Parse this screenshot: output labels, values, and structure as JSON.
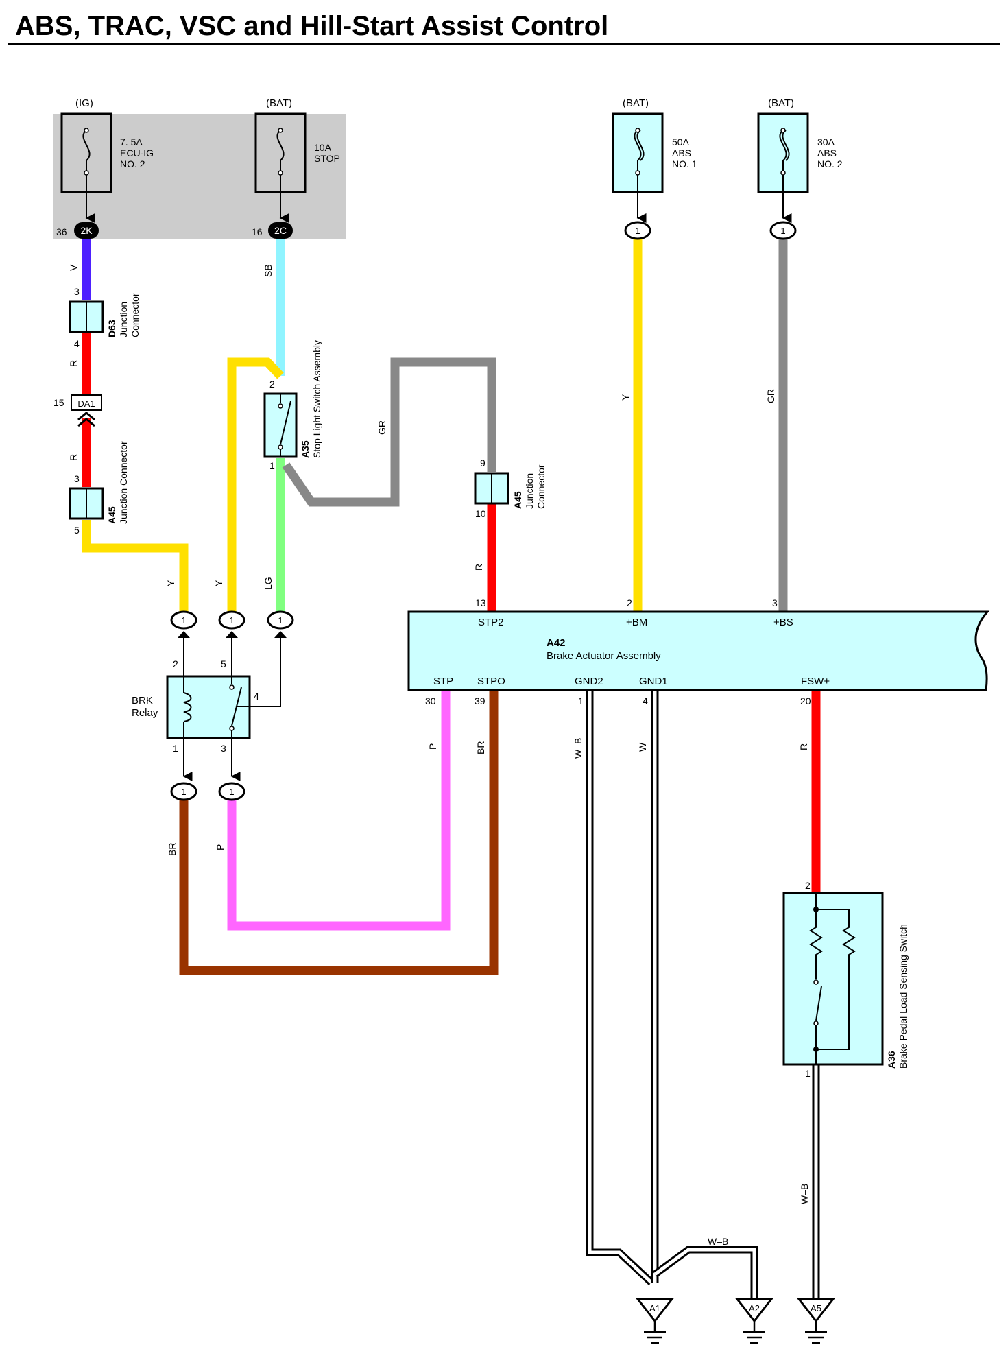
{
  "title": "ABS, TRAC, VSC and Hill-Start Assist Control",
  "colors": {
    "violet": "#4d20ff",
    "red": "#ff0000",
    "yellow": "#ffe000",
    "sky_blue": "#90f4ff",
    "gray": "#888888",
    "light_green": "#80ff80",
    "pink": "#ff66ff",
    "brown": "#993300",
    "component_fill": "#ccffff",
    "power_box_fill": "#cccccc"
  },
  "power_sources": {
    "ig": "(IG)",
    "bat1": "(BAT)",
    "bat2": "(BAT)",
    "bat3": "(BAT)"
  },
  "fuses": {
    "ecu_ig": {
      "rating": "7. 5A",
      "name": "ECU-IG",
      "no": "NO. 2",
      "pin": "36",
      "connector": "2K"
    },
    "stop": {
      "rating": "10A",
      "name": "STOP",
      "pin": "16",
      "connector": "2C"
    },
    "abs1": {
      "rating": "50A",
      "name": "ABS",
      "no": "NO. 1",
      "connector": "1"
    },
    "abs2": {
      "rating": "30A",
      "name": "ABS",
      "no": "NO. 2",
      "connector": "1"
    }
  },
  "wire_codes": {
    "v": "V",
    "r": "R",
    "y": "Y",
    "sb": "SB",
    "gr": "GR",
    "lg": "LG",
    "br": "BR",
    "p": "P",
    "wb": "W–B",
    "w": "W"
  },
  "junction_d63": {
    "code": "D63",
    "name1": "Junction",
    "name2": "Connector",
    "pin_top": "3",
    "pin_bottom": "4"
  },
  "junction_a45_left": {
    "code": "A45",
    "name": "Junction Connector",
    "pin_top": "3",
    "pin_bottom": "5"
  },
  "junction_a45_right": {
    "code": "A45",
    "name1": "Junction",
    "name2": "Connector",
    "pin_top": "9",
    "pin_bottom": "10"
  },
  "connector_da1": {
    "pin": "15",
    "label": "DA1"
  },
  "stop_light_switch": {
    "code": "A35",
    "name": "Stop Light Switch Assembly",
    "pin_top": "2",
    "pin_bottom": "1"
  },
  "connector_one": "1",
  "brk_relay": {
    "name1": "BRK",
    "name2": "Relay",
    "pin2": "2",
    "pin5": "5",
    "pin4": "4",
    "pin1": "1",
    "pin3": "3"
  },
  "brake_actuator": {
    "code": "A42",
    "name": "Brake Actuator Assembly",
    "top_terminals": [
      {
        "name": "STP2",
        "pin": "13"
      },
      {
        "name": "+BM",
        "pin": "2"
      },
      {
        "name": "+BS",
        "pin": "3"
      }
    ],
    "bottom_terminals": [
      {
        "name": "STP",
        "pin": "30"
      },
      {
        "name": "STPO",
        "pin": "39"
      },
      {
        "name": "GND2",
        "pin": "1"
      },
      {
        "name": "GND1",
        "pin": "4"
      },
      {
        "name": "FSW+",
        "pin": "20"
      }
    ]
  },
  "pedal_switch": {
    "code": "A36",
    "name": "Brake Pedal Load Sensing Switch",
    "pin_top": "2",
    "pin_bottom": "1"
  },
  "grounds": [
    "A1",
    "A2",
    "A5"
  ]
}
